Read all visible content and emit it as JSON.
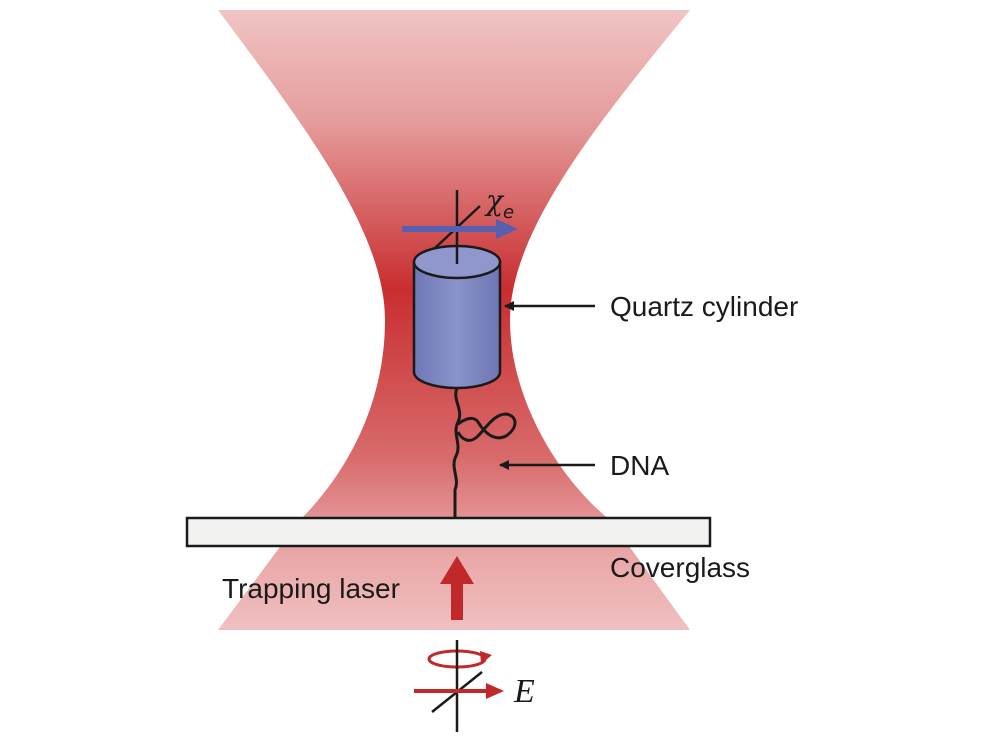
{
  "labels": {
    "quartz_cylinder": "Quartz cylinder",
    "dna": "DNA",
    "coverglass": "Coverglass",
    "trapping_laser": "Trapping laser",
    "field": "E",
    "susceptibility_symbol": "χ",
    "susceptibility_subscript": "e"
  },
  "colors": {
    "laser_beam": "#c0282a",
    "cylinder": "#7d86c2",
    "axis_arrow": "#5560b0",
    "coverglass": "#f2f2f0",
    "laser_arrow": "#c0282a",
    "ink": "#1a1a1a"
  }
}
